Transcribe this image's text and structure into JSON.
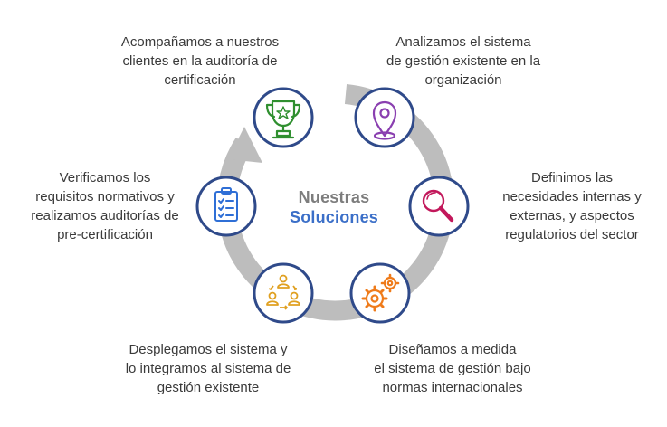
{
  "center": {
    "line1": "Nuestras",
    "line2": "Soluciones"
  },
  "colors": {
    "ring": "#bdbdbd",
    "node_border": "#2f4a8a",
    "trophy": "#2f8f2f",
    "pin": "#8a3fb0",
    "magnifier": "#c2185b",
    "gears": "#ef7b1a",
    "people": "#e0a020",
    "clipboard": "#2f6fd6"
  },
  "steps": [
    {
      "icon": "map-pin-icon",
      "lines": [
        "Analizamos el sistema",
        "de gestión existente en la",
        "organización"
      ]
    },
    {
      "icon": "magnifier-icon",
      "lines": [
        "Definimos las",
        "necesidades internas y",
        "externas, y aspectos",
        "regulatorios del sector"
      ]
    },
    {
      "icon": "gears-icon",
      "lines": [
        "Diseñamos a medida",
        "el sistema de gestión bajo",
        "normas internacionales"
      ]
    },
    {
      "icon": "people-cycle-icon",
      "lines": [
        "Desplegamos el sistema y",
        "lo integramos al sistema de",
        "gestión existente"
      ]
    },
    {
      "icon": "clipboard-checklist-icon",
      "lines": [
        "Verificamos los",
        "requisitos normativos y",
        "realizamos auditorías de",
        "pre-certificación"
      ]
    },
    {
      "icon": "trophy-icon",
      "lines": [
        "Acompañamos a nuestros",
        "clientes en la auditoría de",
        "certificación"
      ]
    }
  ]
}
